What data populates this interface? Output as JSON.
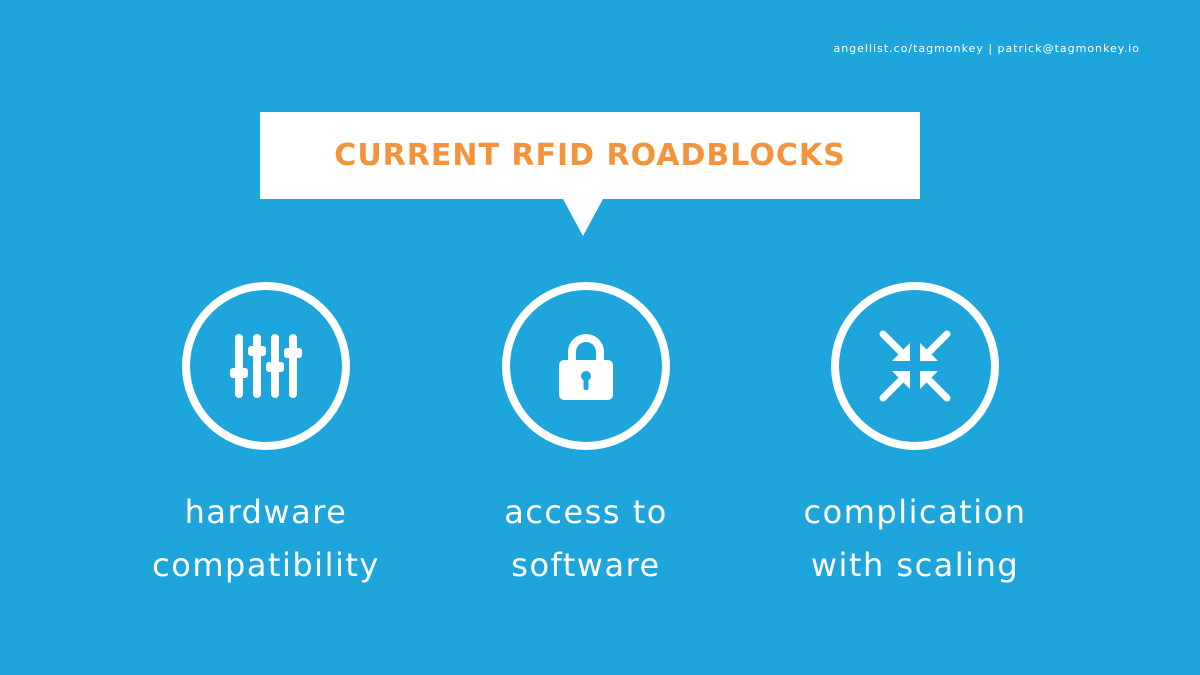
{
  "header": {
    "contact": "angellist.co/tagmonkey | patrick@tagmonkey.io"
  },
  "callout": {
    "title": "CURRENT RFID ROADBLOCKS"
  },
  "items": [
    {
      "icon": "sliders-icon",
      "line1": "hardware",
      "line2": "compatibility"
    },
    {
      "icon": "lock-icon",
      "line1": "access to",
      "line2": "software"
    },
    {
      "icon": "compress-arrows-icon",
      "line1": "complication",
      "line2": "with scaling"
    }
  ],
  "colors": {
    "background": "#1ea6dc",
    "accent": "#f3933b",
    "foreground": "#ffffff"
  }
}
